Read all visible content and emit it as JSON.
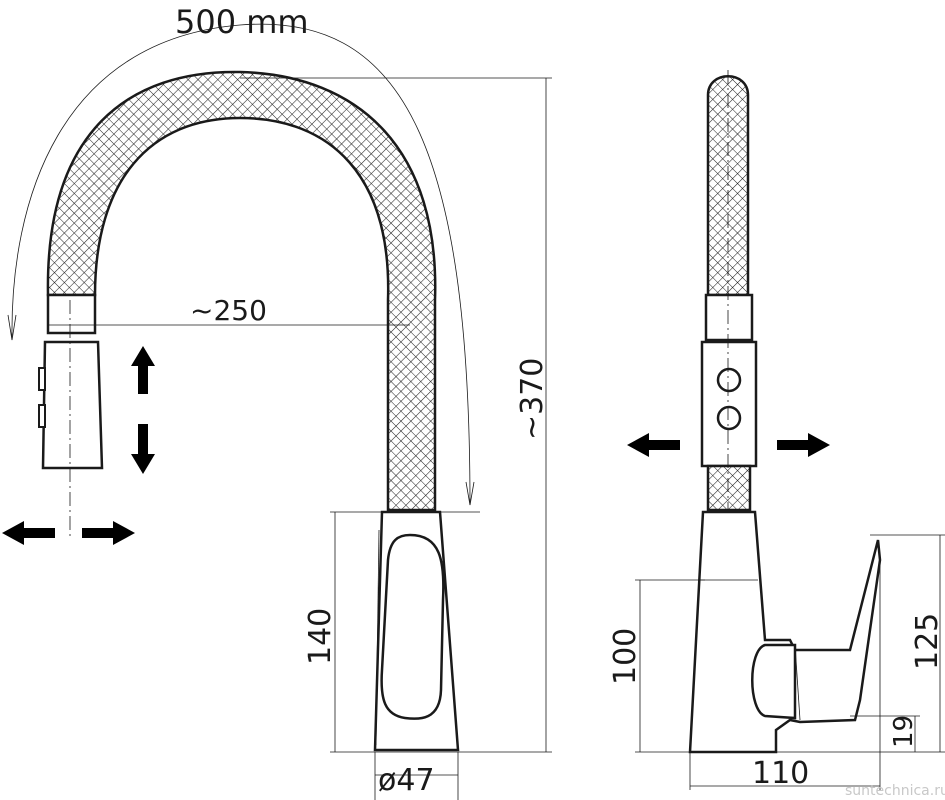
{
  "dimensions": {
    "arc_length": "500  mm",
    "reach": "~250",
    "height_total": "~370",
    "body_height": "140",
    "base_diameter": "ø47",
    "side_height": "100",
    "lever_height": "125",
    "lever_offset": "19",
    "side_depth": "110"
  },
  "watermark": "suntechnica.ru"
}
